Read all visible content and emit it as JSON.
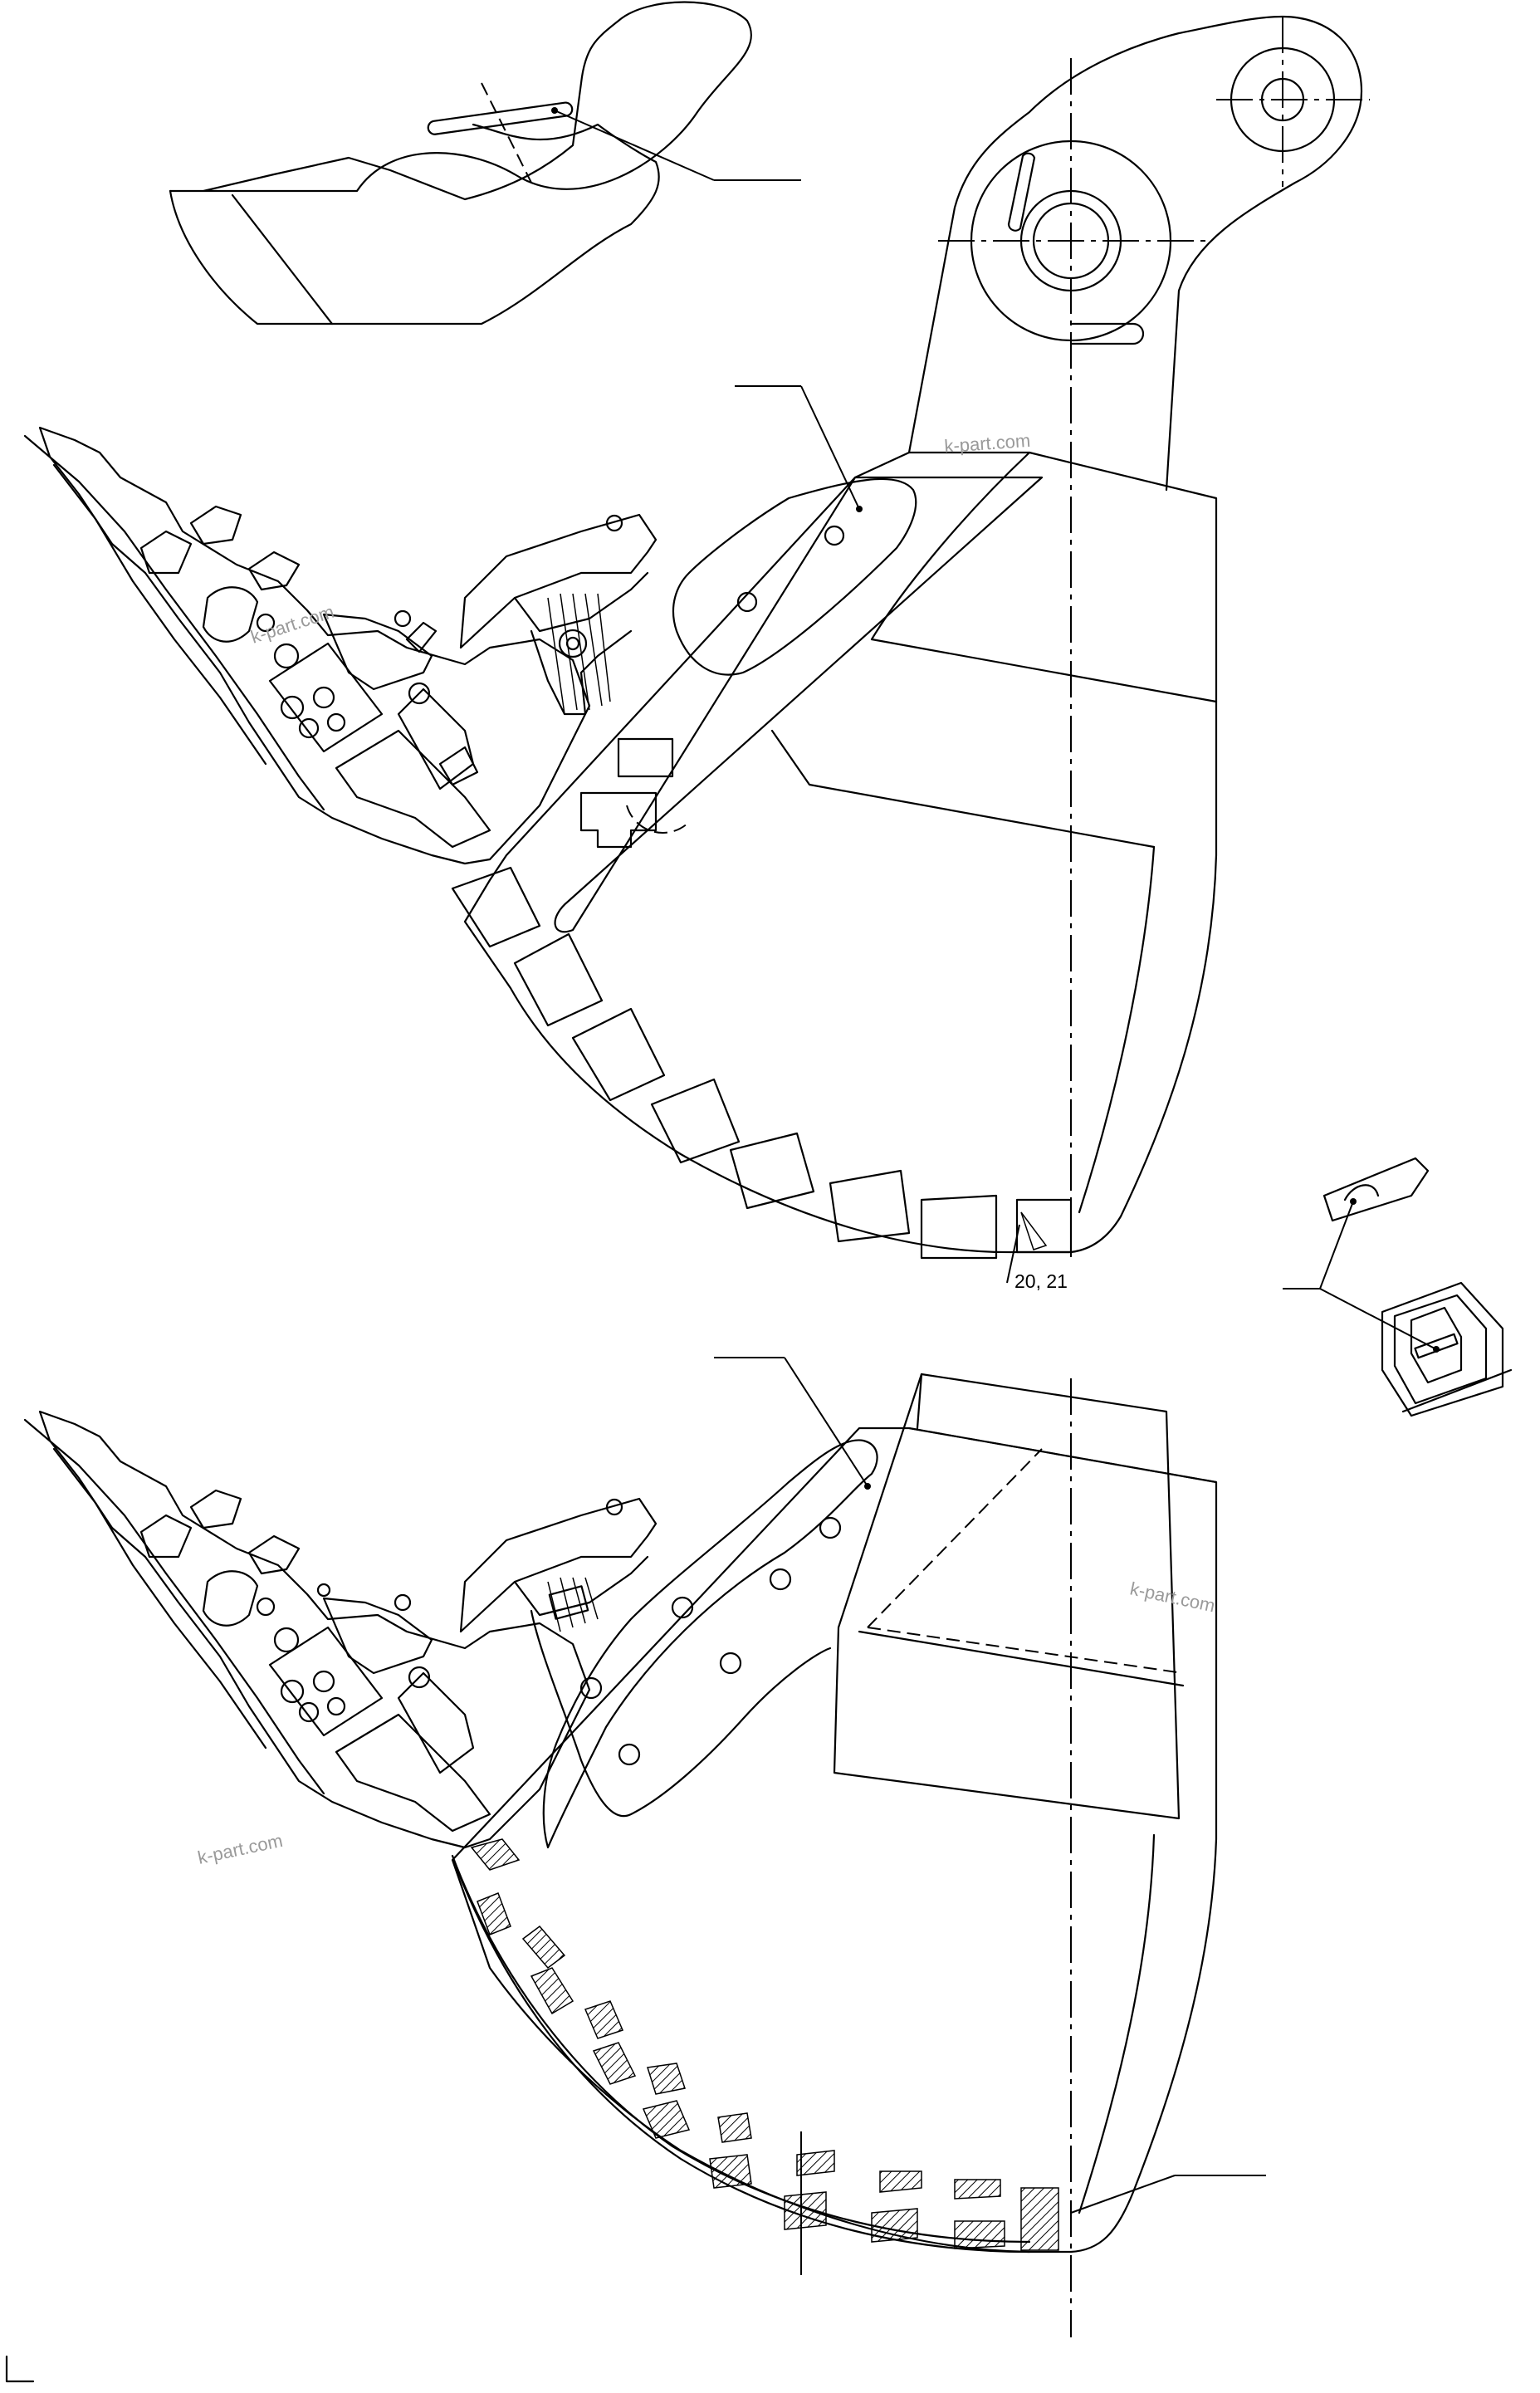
{
  "callouts": {
    "lip_callout": "20, 21"
  },
  "watermarks": {
    "wm_1": "k-part.com",
    "wm_2": "k-part.com",
    "wm_3": "k-part.com",
    "wm_4": "k-part.com"
  }
}
